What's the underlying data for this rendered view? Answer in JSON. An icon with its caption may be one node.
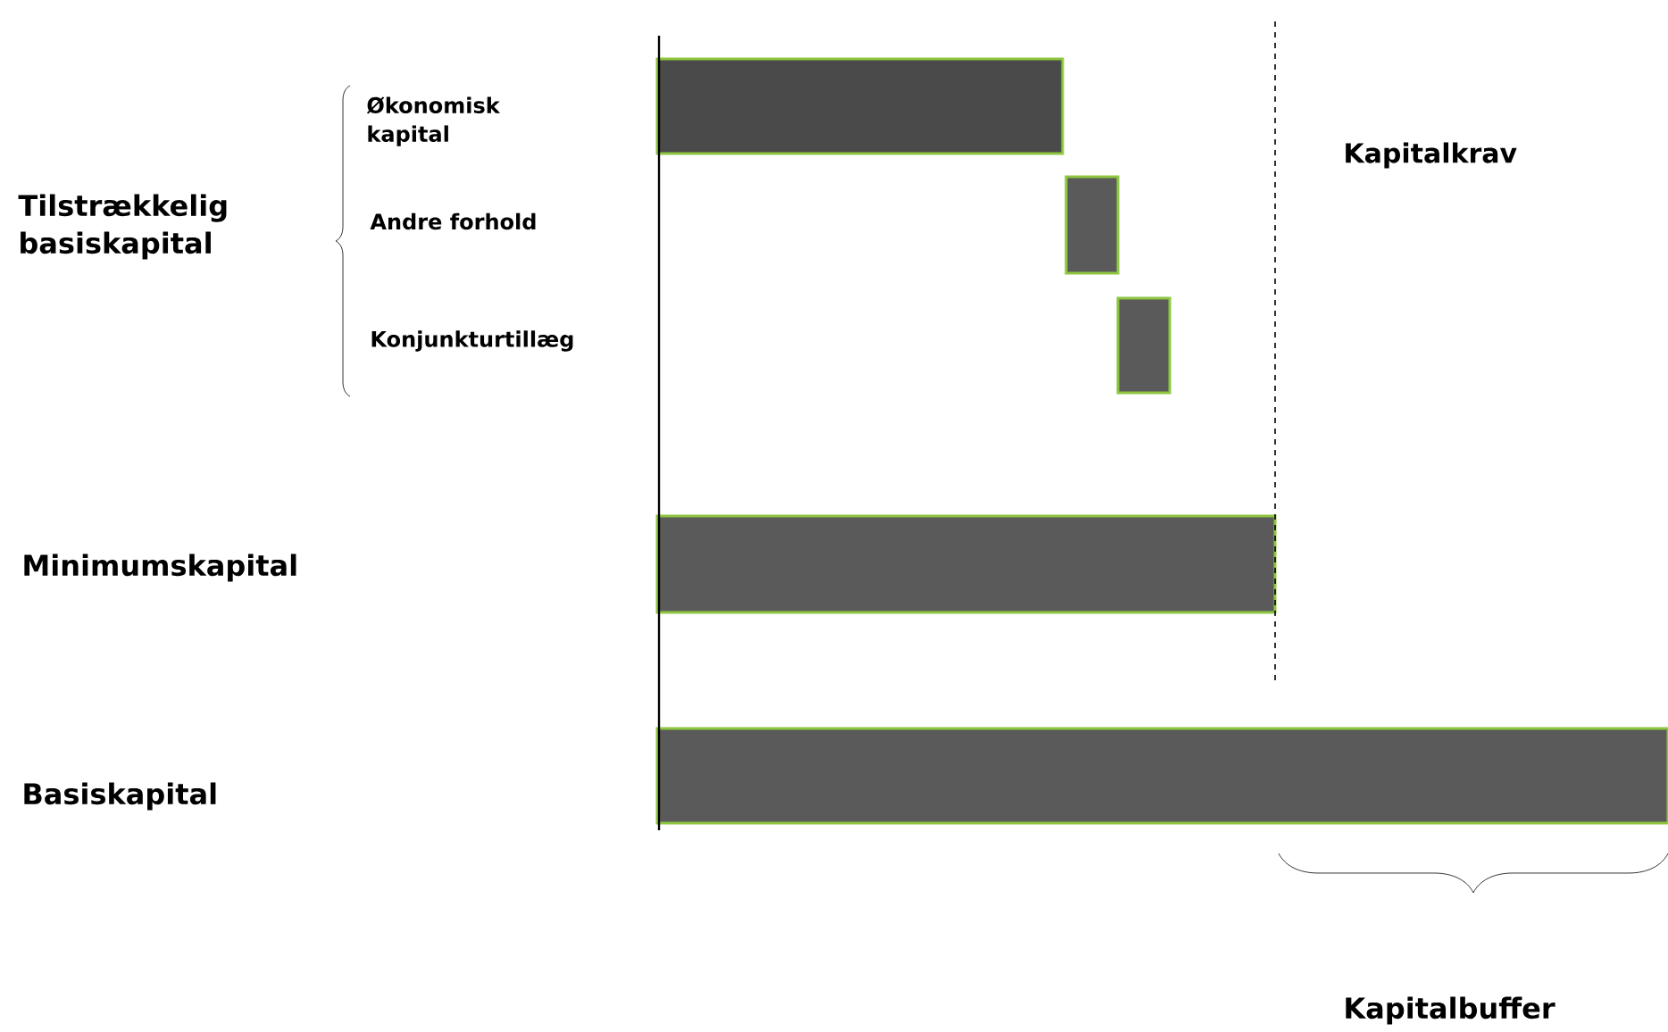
{
  "diagram": {
    "nodes": [
      {
        "text": [],
        "shape": "bar"
      },
      {
        "text": [],
        "shape": "bar"
      },
      {
        "text": [],
        "shape": "bar"
      },
      {
        "text": [],
        "shape": "bar"
      },
      {
        "text": [],
        "shape": "bar"
      }
    ],
    "labels": [
      "Økonomisk kapital",
      "Kapitalkrav",
      "Tilstrækkelig basiskapital",
      "Andre forhold",
      "Konjunkturtillæg",
      "Minimumskapital",
      "Basiskapital",
      "Kapitalbuffer"
    ]
  }
}
